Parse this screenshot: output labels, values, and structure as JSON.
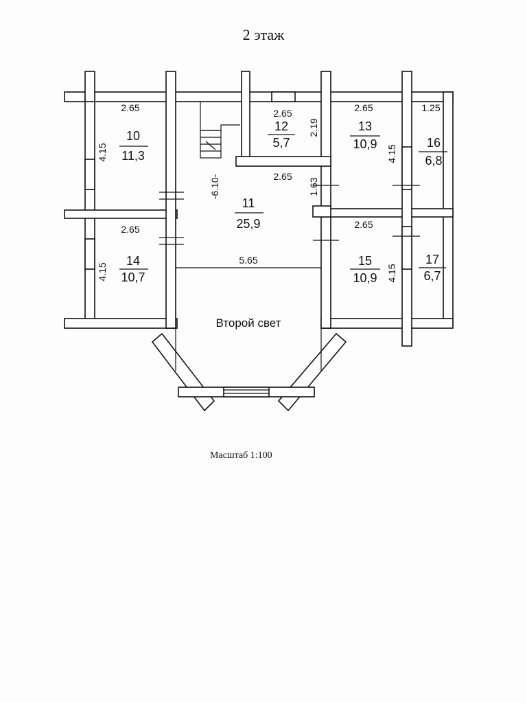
{
  "title": "2 этаж",
  "scale_label": "Масштаб 1:100",
  "second_light_label": "Второй свет",
  "rooms": [
    {
      "number": "10",
      "area": "11,3",
      "width": "2.65",
      "length": "4.15"
    },
    {
      "number": "11",
      "area": "25,9",
      "width": "2.65",
      "length": "-6.10-",
      "extra": "5.65"
    },
    {
      "number": "12",
      "area": "5,7",
      "width": "2.65",
      "length": "2.19"
    },
    {
      "number": "13",
      "area": "10,9",
      "width": "2.65",
      "length": "4.15",
      "extra": "1.63"
    },
    {
      "number": "14",
      "area": "10,7",
      "width": "2.65",
      "length": "4.15"
    },
    {
      "number": "15",
      "area": "10,9",
      "width": "2.65",
      "length": "4.15"
    },
    {
      "number": "16",
      "area": "6,8",
      "width": "1.25"
    },
    {
      "number": "17",
      "area": "6,7"
    }
  ]
}
